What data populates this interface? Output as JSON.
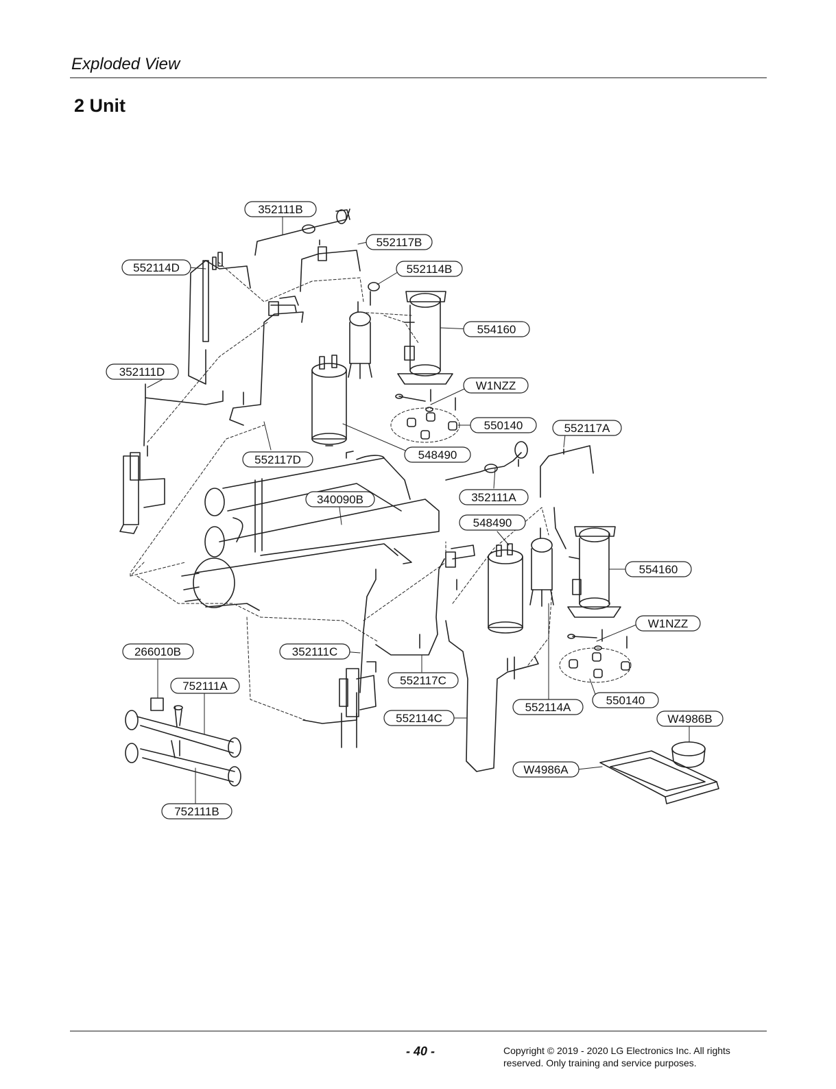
{
  "header": {
    "section": "Exploded View",
    "title": "2 Unit"
  },
  "labels": [
    {
      "id": "lbl-352111B",
      "text": "352111B"
    },
    {
      "id": "lbl-552117B",
      "text": "552117B"
    },
    {
      "id": "lbl-552114D",
      "text": "552114D"
    },
    {
      "id": "lbl-552114B",
      "text": "552114B"
    },
    {
      "id": "lbl-554160-top",
      "text": "554160"
    },
    {
      "id": "lbl-352111D",
      "text": "352111D"
    },
    {
      "id": "lbl-W1NZZ-top",
      "text": "W1NZZ"
    },
    {
      "id": "lbl-550140-top",
      "text": "550140"
    },
    {
      "id": "lbl-552117A",
      "text": "552117A"
    },
    {
      "id": "lbl-548490-top",
      "text": "548490"
    },
    {
      "id": "lbl-552117D",
      "text": "552117D"
    },
    {
      "id": "lbl-352111A",
      "text": "352111A"
    },
    {
      "id": "lbl-340090B",
      "text": "340090B"
    },
    {
      "id": "lbl-548490-bot",
      "text": "548490"
    },
    {
      "id": "lbl-554160-bot",
      "text": "554160"
    },
    {
      "id": "lbl-W1NZZ-bot",
      "text": "W1NZZ"
    },
    {
      "id": "lbl-266010B",
      "text": "266010B"
    },
    {
      "id": "lbl-352111C",
      "text": "352111C"
    },
    {
      "id": "lbl-752111A",
      "text": "752111A"
    },
    {
      "id": "lbl-552117C",
      "text": "552117C"
    },
    {
      "id": "lbl-550140-bot",
      "text": "550140"
    },
    {
      "id": "lbl-552114A",
      "text": "552114A"
    },
    {
      "id": "lbl-552114C",
      "text": "552114C"
    },
    {
      "id": "lbl-W4986B",
      "text": "W4986B"
    },
    {
      "id": "lbl-W4986A",
      "text": "W4986A"
    },
    {
      "id": "lbl-752111B",
      "text": "752111B"
    }
  ],
  "footer": {
    "page_number": "- 40 -",
    "copyright_line1": "Copyright © 2019 - 2020 LG Electronics Inc. All rights",
    "copyright_line2": "reserved. Only training and service purposes."
  }
}
